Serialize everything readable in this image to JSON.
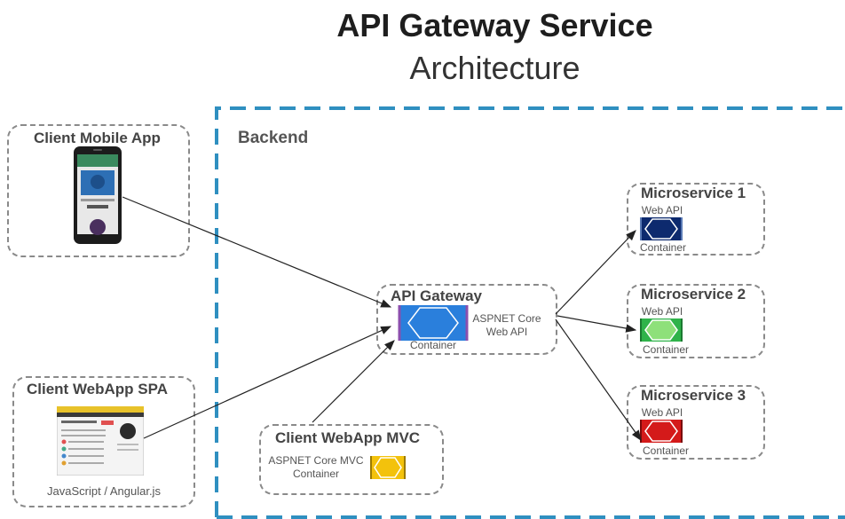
{
  "header": {
    "title": "API Gateway Service",
    "subtitle": "Architecture"
  },
  "backend": {
    "label": "Backend"
  },
  "clients": {
    "mobile": {
      "title": "Client Mobile App"
    },
    "spa": {
      "title": "Client WebApp SPA",
      "caption": "JavaScript / Angular.js"
    },
    "mvc": {
      "title": "Client WebApp MVC",
      "tech_line1": "ASPNET Core MVC",
      "tech_line2": "Container"
    }
  },
  "gateway": {
    "title": "API Gateway",
    "tech_line1": "ASPNET Core",
    "tech_line2": "Web API",
    "container": "Container"
  },
  "microservices": [
    {
      "title": "Microservice 1",
      "api": "Web API",
      "container": "Container",
      "color": "#0d2a6e"
    },
    {
      "title": "Microservice 2",
      "api": "Web API",
      "container": "Container",
      "color": "#2fb34a"
    },
    {
      "title": "Microservice 3",
      "api": "Web API",
      "container": "Container",
      "color": "#d41a1a"
    }
  ],
  "colors": {
    "backend_border": "#2f8fc0",
    "gateway": "#2a7fdc",
    "mvc": "#f3c20c"
  }
}
